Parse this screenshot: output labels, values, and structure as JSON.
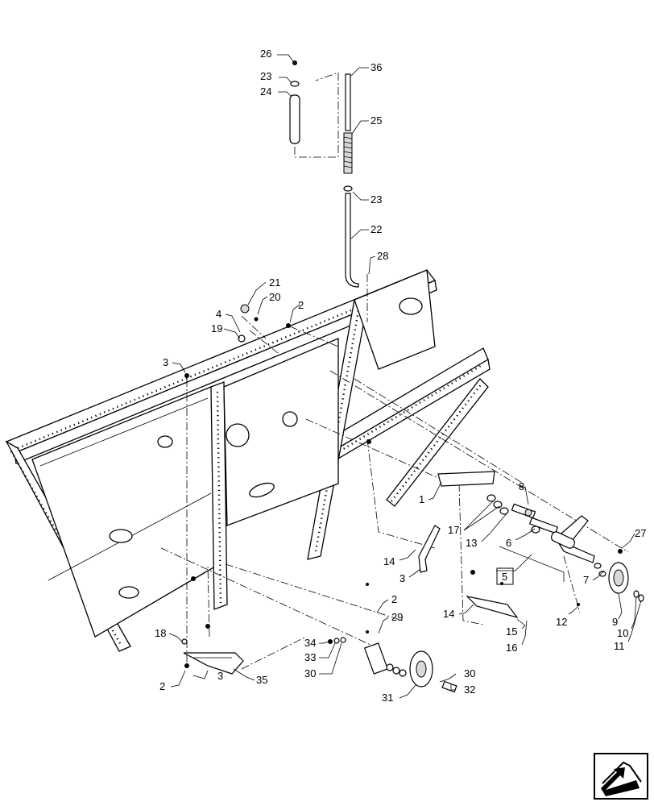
{
  "callouts": {
    "c26": "26",
    "c23a": "23",
    "c24": "24",
    "c36": "36",
    "c25": "25",
    "c23b": "23",
    "c22": "22",
    "c28": "28",
    "c21": "21",
    "c20": "20",
    "c2a": "2",
    "c4": "4",
    "c19": "19",
    "c3a": "3",
    "c1": "1",
    "c8": "8",
    "c17": "17",
    "c13": "13",
    "c6": "6",
    "c27": "27",
    "c14a": "14",
    "c3b": "3",
    "c5": "5",
    "c7": "7",
    "c9": "9",
    "c10": "10",
    "c11": "11",
    "c12": "12",
    "c14b": "14",
    "c15": "15",
    "c16": "16",
    "c2b": "2",
    "c29": "29",
    "c34": "34",
    "c33": "33",
    "c30a": "30",
    "c30b": "30",
    "c32": "32",
    "c31": "31",
    "c18": "18",
    "c3c": "3",
    "c2c": "2",
    "c35": "35"
  },
  "nav_icon": "arrow-icon"
}
